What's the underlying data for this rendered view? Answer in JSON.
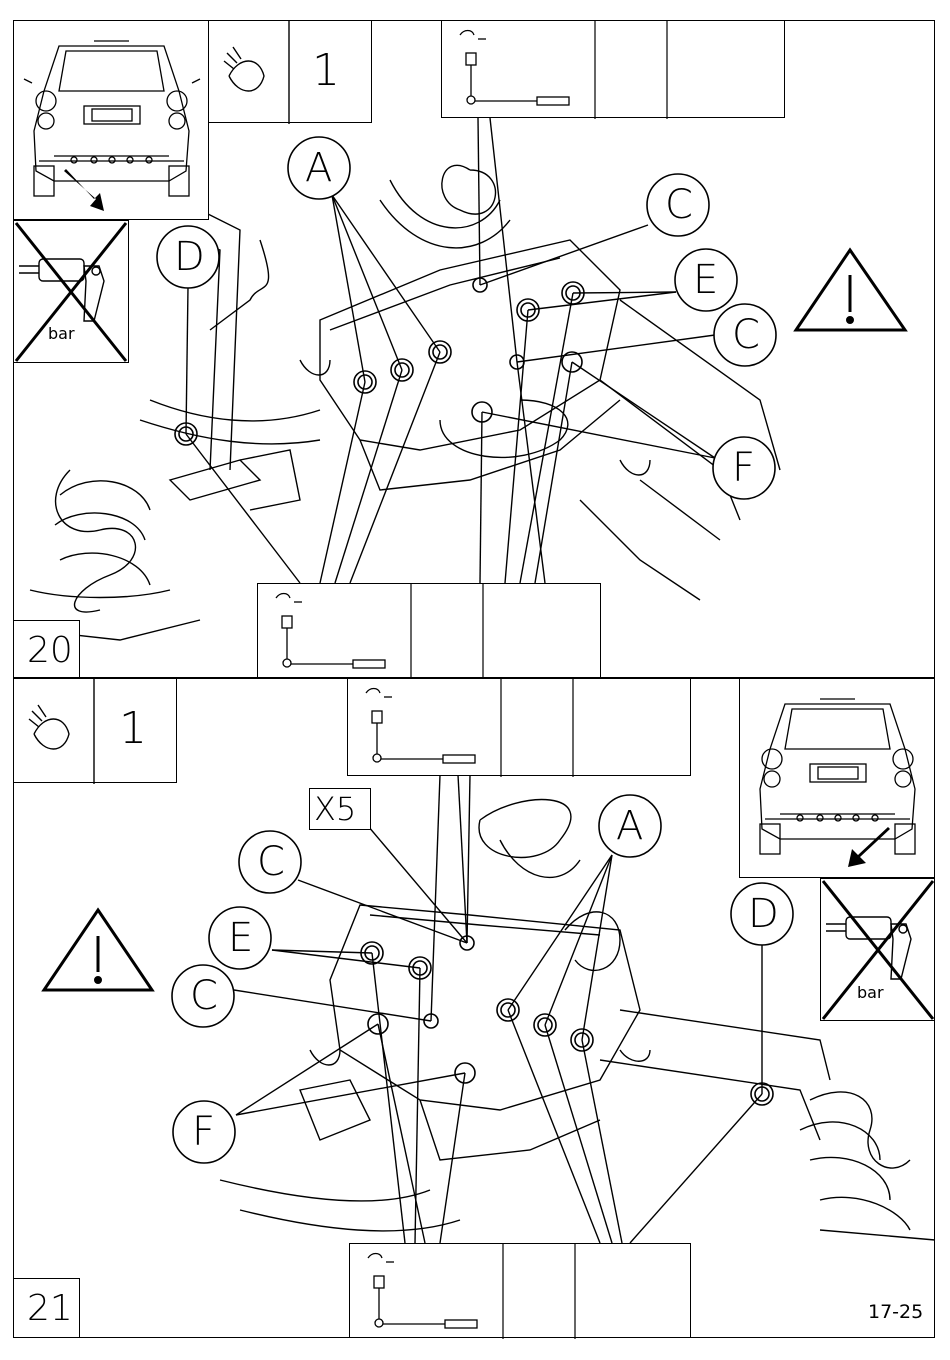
{
  "panel_20": {
    "step_number": "20",
    "view_indicator_count": "1",
    "callouts": {
      "a": "A",
      "c_upper": "C",
      "c_lower": "C",
      "d": "D",
      "e": "E",
      "f": "F"
    },
    "no_impact_label": "bar"
  },
  "panel_21": {
    "step_number": "21",
    "view_indicator_count": "1",
    "quantity_label": "X5",
    "callouts": {
      "a": "A",
      "c_upper": "C",
      "c_lower": "C",
      "d": "D",
      "e": "E",
      "f": "F"
    },
    "no_impact_label": "bar"
  },
  "page_number": "17-25"
}
